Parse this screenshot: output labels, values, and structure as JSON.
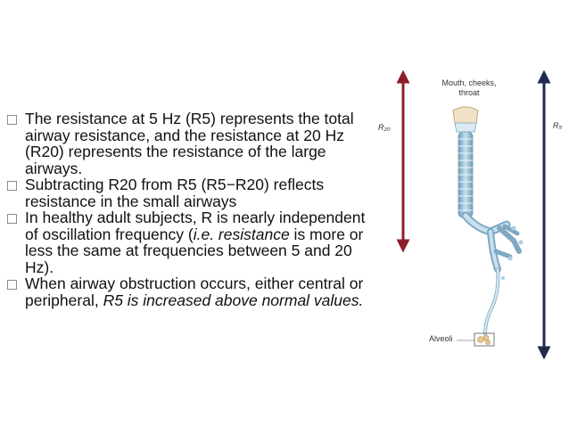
{
  "bullets": [
    {
      "parts": [
        {
          "text": "The resistance at 5 Hz (R5) represents the total airway resistance, and the resistance at 20 Hz (R20) represents the resistance of the large airways.",
          "italic": false
        }
      ]
    },
    {
      "parts": [
        {
          "text": "Subtracting R20 from R5 (R5−R20) reflects resistance in the small airways",
          "italic": false
        }
      ]
    },
    {
      "parts": [
        {
          "text": "In healthy adult subjects, R is nearly independent of oscillation frequency (",
          "italic": false
        },
        {
          "text": "i.e. resistance",
          "italic": true
        },
        {
          "text": " is more or less the same at frequencies between 5 and 20 Hz).",
          "italic": false
        }
      ]
    },
    {
      "parts": [
        {
          "text": "When airway obstruction occurs, either central or peripheral, ",
          "italic": false
        },
        {
          "text": "R5 is increased above normal values.",
          "italic": true
        }
      ]
    }
  ],
  "figure": {
    "label_mouth_line1": "Mouth, cheeks,",
    "label_mouth_line2": "throat",
    "label_r20": "R₂₀",
    "label_r5": "R₅",
    "label_alveoli": "Alveoli",
    "colors": {
      "r20_arrow": "#8e1f2a",
      "r5_arrow": "#1e2b4f",
      "airway": "#a9cde0",
      "airway_dark": "#6e9cb8",
      "larynx": "#f1e2c6",
      "alveoli": "#e8c690"
    }
  }
}
